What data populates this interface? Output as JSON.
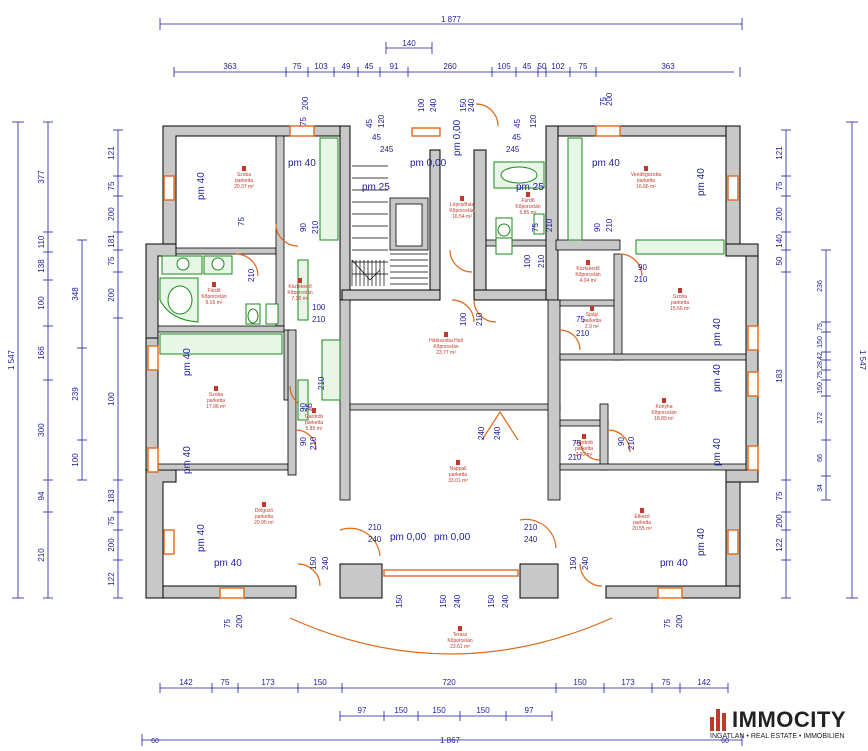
{
  "dimensions": {
    "top_overall": "1 877",
    "top_stair": "140",
    "top_row": [
      "363",
      "75",
      "103",
      "49",
      "45",
      "91",
      "260",
      "105",
      "45",
      "50",
      "102",
      "75",
      "363"
    ],
    "bottom_row": [
      "142",
      "75",
      "173",
      "150",
      "720",
      "150",
      "173",
      "75",
      "142"
    ],
    "bottom_row2": [
      "97",
      "150",
      "150",
      "150",
      "97"
    ],
    "bottom_overall": "1 867",
    "bottom_edge_left": "60",
    "bottom_edge_right": "60",
    "left_outer": "1 547",
    "right_outer": "1 547",
    "left_col_a": [
      "377",
      "110",
      "138",
      "100",
      "166",
      "300",
      "94",
      "210"
    ],
    "left_col_b": [
      "348",
      "239",
      "100"
    ],
    "left_col_c": [
      "121",
      "75",
      "200",
      "181",
      "75",
      "200",
      "100",
      "183",
      "75",
      "200",
      "122"
    ],
    "left_col_d": [
      "75",
      "150"
    ],
    "right_col_a": [
      "236",
      "75",
      "150",
      "42",
      "28",
      "75",
      "150",
      "172",
      "66",
      "34"
    ],
    "right_col_b": [
      "121",
      "75",
      "200",
      "140",
      "50",
      "183",
      "75",
      "200",
      "122"
    ],
    "right_col_c": [
      "75",
      "150",
      "100",
      "150"
    ]
  },
  "floor_levels": {
    "pm40": "pm 40",
    "pm25": "pm 25",
    "pm000": "pm 0,00"
  },
  "openings": {
    "w75": "75",
    "w200": "200",
    "w90": "90",
    "w210": "210",
    "w100": "100",
    "w120": "120",
    "w240": "240",
    "w45": "45",
    "w150": "150",
    "w245": "245"
  },
  "rooms": [
    {
      "id": "r1",
      "name": "Szoba",
      "floor": "parketta",
      "area": "20.37 m²"
    },
    {
      "id": "r2",
      "name": "Vendégszoba",
      "floor": "parketta",
      "area": "16.66 m²"
    },
    {
      "id": "r3",
      "name": "Lépcsőház",
      "floor": "Kőporcelán",
      "area": "16.54 m²"
    },
    {
      "id": "r4",
      "name": "Fürdő",
      "floor": "Kőporcelán",
      "area": "5.85 m²"
    },
    {
      "id": "r5",
      "name": "Fürdő",
      "floor": "Kőporcelán",
      "area": "9.16 m²"
    },
    {
      "id": "r6",
      "name": "Közlekedő",
      "floor": "Kőporcelán",
      "area": "7.30 m²"
    },
    {
      "id": "r7",
      "name": "Közlekedő",
      "floor": "Kőporcelán",
      "area": "4.04 m²"
    },
    {
      "id": "r8",
      "name": "Szoba",
      "floor": "parketta",
      "area": "15.66 m²"
    },
    {
      "id": "r9",
      "name": "Szoba",
      "floor": "parketta",
      "area": "17.96 m²"
    },
    {
      "id": "r10",
      "name": "Hálószoba Hall",
      "floor": "Kőporcelán",
      "area": "23.77 m²"
    },
    {
      "id": "r11",
      "name": "Gardrób",
      "floor": "parketta",
      "area": "5.85 m²"
    },
    {
      "id": "r12",
      "name": "Konyha",
      "floor": "Kőporcelán",
      "area": "18.89 m²"
    },
    {
      "id": "r13",
      "name": "Spájz",
      "floor": "parketta",
      "area": "2.9 m²"
    },
    {
      "id": "r14",
      "name": "Nappali",
      "floor": "parketta",
      "area": "33.01 m²"
    },
    {
      "id": "r15",
      "name": "Dolgozó",
      "floor": "parketta",
      "area": "20.95 m²"
    },
    {
      "id": "r16",
      "name": "Étkező",
      "floor": "parketta",
      "area": "20.55 m²"
    },
    {
      "id": "r17",
      "name": "Terasz",
      "floor": "Kőporcelán",
      "area": "23.61 m²"
    },
    {
      "id": "r18",
      "name": "Gardrób",
      "floor": "parketta",
      "area": "2.90 m²"
    }
  ],
  "brand": {
    "name": "IMMOCITY",
    "tagline": "INGATLAN • REAL ESTATE • IMMOBILIEN",
    "accent": "#c0392b"
  },
  "colors": {
    "dimension": "#1c1c9c",
    "wall": "#c8c8c8",
    "door": "#e06a1a",
    "furniture": "#1a8a1a",
    "room_label": "#c0392b"
  }
}
